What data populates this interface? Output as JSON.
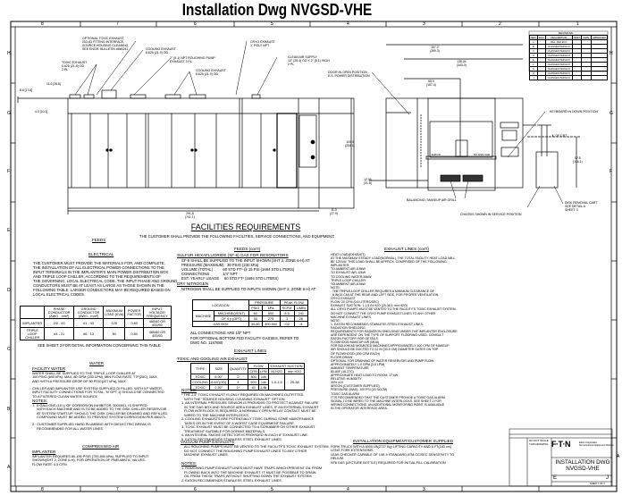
{
  "title": "Installation Dwg NVGSD-VHE",
  "columns": [
    "8",
    "7",
    "6",
    "5",
    "4",
    "3",
    "2",
    "1"
  ],
  "rows": [
    "H",
    "G",
    "F",
    "E",
    "D",
    "C",
    "B",
    "A"
  ],
  "callouts": {
    "optional_toxic": "OPTIONAL TOXIC EXHAUST,\nISO-63 FITTING INTERFACE,\nSOURCE HOUSING CLEANING\nSEE ENGR. BULLETIN #880241",
    "toxic_exhaust": "TOXIC EXHAUST\n0.625 (21.8) OD\n2 PL",
    "cooling1": "COOLING EXHAUST\n8.625 (21.9) OD",
    "roughing": "2\" (5.1) NPT ROUGHING PUMP\nEXHAUST 3 PL",
    "cooling2": "COOLING EXHAUST\n8.625 (21.9) OD",
    "cryo": "CRYO EXHAUST\n1\" POLY NPT",
    "clean_air": "CLEAN AIR SUPPLY\n10\" (25.4) OD X 2\" (5.1) HIGH\n2 PL",
    "door": "DOOR IN OPEN POSITION\nE.S. POWER DISTRIBUTION",
    "keyboard": "KEYBOARD IN DOWN POSITION",
    "cl_cart": "℄ OF CRT",
    "balancing": "BALANCING / MAKEUP AIR GRILL",
    "chassis": "CHASSIS SHOWN IN SERVICE POSITION",
    "disk_cart": "DISK REMOVAL CART\nSEE DETAIL A\nSHEET 3",
    "eaton": "EATON",
    "model": "NV-GSD-VHE"
  },
  "dims": {
    "d1": "8.6 [17.8]",
    "d2": "11.6 [28.8]",
    "d3": "4.0 [10.2]",
    "len": "291.8\n(741.1)",
    "h1": "100.0\n(254.1)",
    "w1": "157.2\n(399.3)",
    "w2": "135.04\n(343.0)",
    "w3": "65.9\n(167.4)",
    "h2": "57.5\n(146.1)",
    "h3": "12.06\n(31.8)",
    "d4": "11.0\n(27.9)"
  },
  "facilities": {
    "heading": "FACILITIES REQUIREMENTS",
    "intro": "THE CUSTOMER SHALL PROVIDE THE FOLLOWING FACILITIES, SERVICE CONNECTIONS, AND EQUIPMENT:"
  },
  "feeds": {
    "heading": "FEEDS",
    "electrical_heading": "ELECTRICAL",
    "electrical_text": "THE CUSTOMER MUST PROVIDE THE MATERIALS FOR, AND COMPLETE,\nTHE INSTALLATION OF ALL ELECTRICAL POWER CONNECTIONS TO THE\nINPUT TERMINALS IN THE IMPLANTER'S MAIN POWER DISTRIBUTION BOX\nAND TRIPLE LOOP CHILLER, ACCORDING TO THE REQUIREMENTS OF\nTHE GOVERNING, LOCAL ELECTRICAL CODE. THE INPUT PHASE AND GROUND\nCONDUCTORS MUST BE AT LEAST AS LARGE AS THOSE SHOWN IN THE\nFOLLOWING TABLE. LARGER CONDUCTORS MAY BE REQUIRED BASED ON\nLOCAL ELECTRICAL CODES.",
    "elec_table": {
      "headers": [
        "",
        "PHASE CONDUCTOR (AWG - mm²)",
        "GROUND CONDUCTOR (AWG - mm²)",
        "MAXIMUM LOAD (KVA)",
        "POWER FACTOR",
        "INPUT VOLTAGE/ FREQUENCY"
      ],
      "rows": [
        [
          "IMPLANTER",
          "2/0 - 63",
          "#1 - 43",
          "125",
          "0.80",
          "480/60 OR 400/50"
        ],
        [
          "TRIPLE LOOP CHILLER",
          "#4 - 21",
          "#6 - 13",
          "50",
          "0.80",
          "480/60 OR 400/50"
        ]
      ]
    },
    "elec_note": "SEE SHEET 3 FOR DETAIL INFORMATION CONCERNING THIS TABLE"
  },
  "feeds_cont": {
    "heading": "FEEDS (con't)",
    "sf6_heading": "SULFUR HEXAFLUORIDE (SF-6) GAS FOR RESONATORS",
    "sf6_text": "SF-6 SHALL BE SUPPLIED TO THE INPUT SHOWN (SHT 2, ZONE 6-H) AT:\nPRESSURE (MAXIMUM)   30 PSIG (230 kPa)\nVOLUME (TOTAL)          60 STD FT³ @ 15 PSI (1694 STD LITERS)\nCONNECTIONS             1/4\" NPT\nEST. YEARLY USAGE     60 STD FT³ (1694 STD LITERS)",
    "n2_heading": "DRY NITROGEN",
    "n2_text": "NITROGEN SHALL BE SUPPLIED TO INPUTS SHOWN (SHT 2, ZONE 6-H) AT:",
    "n2_table": {
      "headers": [
        "LOCATION",
        "PSIG",
        "kPa",
        "SCFM",
        "L/MIN"
      ],
      "group_headers": [
        "PRESSURE",
        "PEAK FLOW"
      ],
      "rows": [
        [
          "MACHINE",
          "MACHINE(VENT)",
          "60",
          "500",
          "8.5",
          "241"
        ],
        [
          "",
          "OF 4 y (OPT)",
          "40",
          "275",
          "1",
          "28"
        ],
        [
          "GAS BOX",
          "",
          "30-80",
          "300-500",
          ".02",
          ".5"
        ]
      ]
    },
    "n2_note1": "ALL CONNECTIONS ARE 1/2\" NPT",
    "n2_note2": "FOR OPTIONAL BOTTOM FED FACILITY GASSES, REFER TO\nDWG NO. 1187880"
  },
  "exhaust": {
    "heading": "EXHAUST LINES",
    "tc_heading": "TOXIC AND COOLING AIR EXHAUST",
    "tc_table": {
      "headers": [
        "TYPE",
        "SIZE",
        "QUANTITY",
        "CFM",
        "LPM",
        "IN H2O",
        "mm H2O"
      ],
      "group_headers": [
        "FLOW",
        "EXHAUST SUCTION"
      ],
      "rows": [
        [
          "TOXIC",
          "6.00\"",
          "2",
          "300",
          "14k",
          "1.0-1.5",
          "25-38"
        ],
        [
          "COOLING",
          "8.63\"(OD)",
          "4",
          "500",
          "14k",
          "",
          ""
        ],
        [
          "TOXIC",
          "2.50\"",
          "1*",
          "40",
          "1.8k",
          "",
          ""
        ]
      ]
    },
    "notes_heading": "NOTES:",
    "notes": "* THE 2.5\" TOXIC EXHAUST IS ONLY REQUIRED ON MACHINES OUTFITTED\n   WITH THE \"SOURCE HOUSING CLEANING EXHAUST\" OPTION.\n1. AN INTERNAL PRESSURE SENSOR IS PROVIDED TO PROTECT AGAINST FAILURE\n   IN THE GAS BOX AND SOURCE AREA EXHAUST LINES. IF AN EXTERNAL EXHAUST\n   FLOW INTERLOCK IS REQUIRED, A NORMALLY OPEN RELAY CONTACT MUST BE\n   WIRED TO THE MACHINE INTERLOCKS.\n2. COOLING EXHAUSTS ARE POTENTIALLY TOXIC DURING SOME MAINTENANCE\n   TASKS OR IN THE EVENT OF A WORST CASE EQUIPMENT FAILURE.\n3. TOXIC EXHAUST MUST BE CONNECTED TO A SCRUBBER OR OTHER EXHAUST\n   TREATMENT SUITABLE FOR DOPANT MATERIALS.\n4. AN INTEGRAL SMOKE DETECTOR IS PROVIDED IN EACH 8\" EXHAUST LINE.\n5. EATON RECOMMENDS STAINLESS STEEL EXHAUST LINES.",
    "vac_heading": "VACUUM PUMP EXHAUSTS",
    "vac_text": "ALL ROUGHING PUMPS MUST BE VENTED TO THE FACILITY'S TOXIC EXHAUST SYSTEM.\nDO NOT CONNECT THE ROUGHING PUMP EXHAUST LINES TO ANY OTHER\nMACHINE EXHAUST LINES.",
    "vac_notes_heading": "NOTES:",
    "vac_notes": "1. ROUGHING PUMP EXHAUST LINES MUST HAVE TRAPS WHICH PREVENT OIL FROM\n   FLOWING BACK INTO THE MACHINE EXHAUST. IT MUST BE POSSIBLE TO DRAIN\n   OIL FROM THESE TRAPS WITHOUT SHUTTING DOWN THE EXHAUST SYSTEM.\n2. EATON RECOMMENDS STAINLESS STEEL EXHAUST LINES."
  },
  "water": {
    "heading": "WATER",
    "fw_heading": "FACILITY WATER",
    "fw_text": "WATER SHALL BE SUPPLIED TO THE TRIPLE-LOOP CHILLER AT\n100 PSIG (690 kPa), MAX, 80 GPM (230 LPM), MIN FLOW RATE, 77F(25C), MAX,\nAND WITH A PRESSURE DROP OF 30 PSIG(207 kPa), MAX.\n\nCHILLER AND IMPLANTER USE SYSTEM SUPPLIED DI FILLED, WITH 0.F WATER.\nINPUT FACILITY CONNECTIONS FOR TOTAL, 'N' OPT 1) SHOULD BE CONNECTED\nTO A FILTERED CLEAN WATER SOURCE.",
    "notes_heading": "NOTES:",
    "notes": "1.  5 GALLONS (19 L) OF CORROSION INHIBITOR, 5000001, IS SHIPPED\n     WITH EACH MACHINE AND IS TO BE ADDED TO THE DISK CHILLER RESERVOIR\n     AT SYSTEM START-UP. SHOULD THE DISK CHILLER BE DRAINED AND REFILLED,\n     COMPOUND MUST BE ADDED TO PREVENT SYSTEM CORROSION PER 880271.\n\n2.  CUSTOMER SUPPLIED HARD PLUMBING WITH DIELECTRIC BREAK IS\n     RECOMMENDED FOR ALL WATER LINES.",
    "air_heading": "COMPRESSED AIR",
    "imp_heading": "IMPLANTER",
    "air_text": "IMPLANTER REQUIRES 80-100 PSIG (700-800 kPa), SUPPLIED TO INPUT\nSHOWN(SHT 2, ZONE 6-H), FOR OPERATION OF PNEUMATIC VALVES.\nFLOW RATE: 0.5 CFM"
  },
  "exhaust_cont": {
    "heading": "EXHAUST LINES (con't)",
    "text": "HEAT LOAD(EXHAUST)\nAT THE MAXIMUM STEADY LOAD(NORMAL), THE TOTAL FACILITY HEAT LOAD WILL\nBE 125 kW. THIS LOAD SHALL BE APPROX. COMPRISED OF THE FOLLOWING:\nIMPLANTER:\nTO AMBIENT AIR-8.5kW\nTO EXHAUST AIR-12kW\nTO COOLING WATER-55kW\nTRIPLE-LOOP CHILLER:\nTO AMBIENT AIR-8.5kW\nNOTE:\n  THE TRIPLE-LOOP CHILLER REQUIRES A MINIMUM CLEARANCE OF\n  6 IN(15 CM) AT THE REAR AND LEFT SIDE, FOR PROPER VENTILATION.\nCRYO EXHAUST\nFLOW: 20 CFM (0.6 LITERS/SEC)\nEXHAUST SUCTION: 1-1.5 IN H2O (25-38.1 mm H2O)\nALL CRYO PUMPS MUST BE VENTED TO THE FACILITY'S TOXIC EXHAUST SYSTEM.\nDO NOT CONNECT THE CRYO PUMP EXHAUST LINES TO ANY OTHER\nMACHINE EXHAUST LINES.\nNOTE:\n1. EATON RECOMMENDS STAINLESS STEEL EXHAUST LINES.\nRADIATION SHIELDING\nREQUIREMENTS FOR RADIATION SHIELDING UNDER THE IMPLANTER ENCLOSURE\nARE DEPENDENT ON THE TYPE OF SUPPORT FLOORING USED. CONSULT\nEATON FACTORY FOR DETAILS.\nFLOWHOOD MAKEUP AIR (MUA)\nFOR BULKHEAD MOUNTED MACHINES APPROXIMATELY 400 CFM OF MAKEUP\nAIR SHOULD BE DUCTED TO 12 IN (30.5 CM) DIAMETER GATES ON TOP\nOF FLOWHOOD (200 CFM EACH)\nFLOOR DRAIN\nOPTIONAL FOR DRAINING OF WATER RESERVOIR AND PUMP FLOW\nAPPROXIMATELY 1.0 GPM (3.8 LPM)\nAMBIENT TEMPERATURE\n60-80F (16-27C)\nAPPROXIMATE HEAT LOAD TO ROOM: 17 kW\nRELATIVE HUMIDITY\n30% ±10\nARGON (CUSTOMER SUPPLIED)\nPRESSURE (MAX): 100 PSI (20 SCCM)\nTOXIC GAS ALARM\nIT IS RECOMMENDED THAT THE CUSTOMER PROVIDE A TOXIC GAS ALARM\nSIGNAL TO BE WIRED TO THE MACHINE INTERLOCKS. SEE SHEET 2 FOR\nWIRING CONNECTIONS. AN ADDITIONAL MONITORING POINT IS AVAILABLE\nIN THE OPERATOR INTERFACE AREA.",
    "install_heading": "INSTALLATION EQUIPMENT/CUSTOMER SUPPLIED",
    "install_text": "FORK TRUCK WITH A 6000 LB(2727 Kg) LIFTING CAPACITY AND 6 FT(183 cm)\nLONG FORK EXTENSIONS.\nLEAK CHECKER CAPABLE OF 10E-9 STANDARD ATM-CC/SEC SENSITIVITY TO\nHELIUM.\nSF6 GAS (LECTURE BOTTLE) REQUIRED FOR INITIAL FILL CALIBRATION"
  },
  "revisions": {
    "heading": "REVISIONS",
    "headers": [
      "REV",
      "ECO",
      "DESCRIPTION",
      "DRFT",
      "DATE",
      "APPROVED"
    ],
    "rows": [
      [
        "A",
        "",
        "REL. PER ECO",
        "",
        "",
        ""
      ],
      [
        "B",
        "",
        "CHANGED PER ECO",
        "",
        "",
        ""
      ],
      [
        "C",
        "",
        "CHANGED PER ECO",
        "",
        "",
        ""
      ],
      [
        "D",
        "",
        "CHANGED PER ECO",
        "",
        "",
        ""
      ],
      [
        "E",
        "",
        "CHANGED PER ECO",
        "",
        "",
        ""
      ],
      [
        "F",
        "",
        "CHANGED PER ECO",
        "",
        "",
        ""
      ],
      [
        "G",
        "",
        "CHANGED PER ECO",
        "",
        "",
        ""
      ],
      [
        "H",
        "",
        "CHANGED PER ECO",
        "",
        "",
        ""
      ],
      [
        "J",
        "",
        "CHANGED PER ECO",
        "",
        "",
        ""
      ]
    ]
  },
  "title_block": {
    "logo": "F·T·N",
    "company": "Eaton Corporation\nSemiconductor Equipment Division",
    "drawing_title": "INSTALLATION DWG\nNVGSD-VHE",
    "size": "E",
    "rev": "J",
    "note1": "DO NOT SCALE\nTHIS DRAWING",
    "sheet": "SHEET 1 OF 3"
  },
  "colors": {
    "ink": "#000000",
    "background": "#ffffff"
  }
}
